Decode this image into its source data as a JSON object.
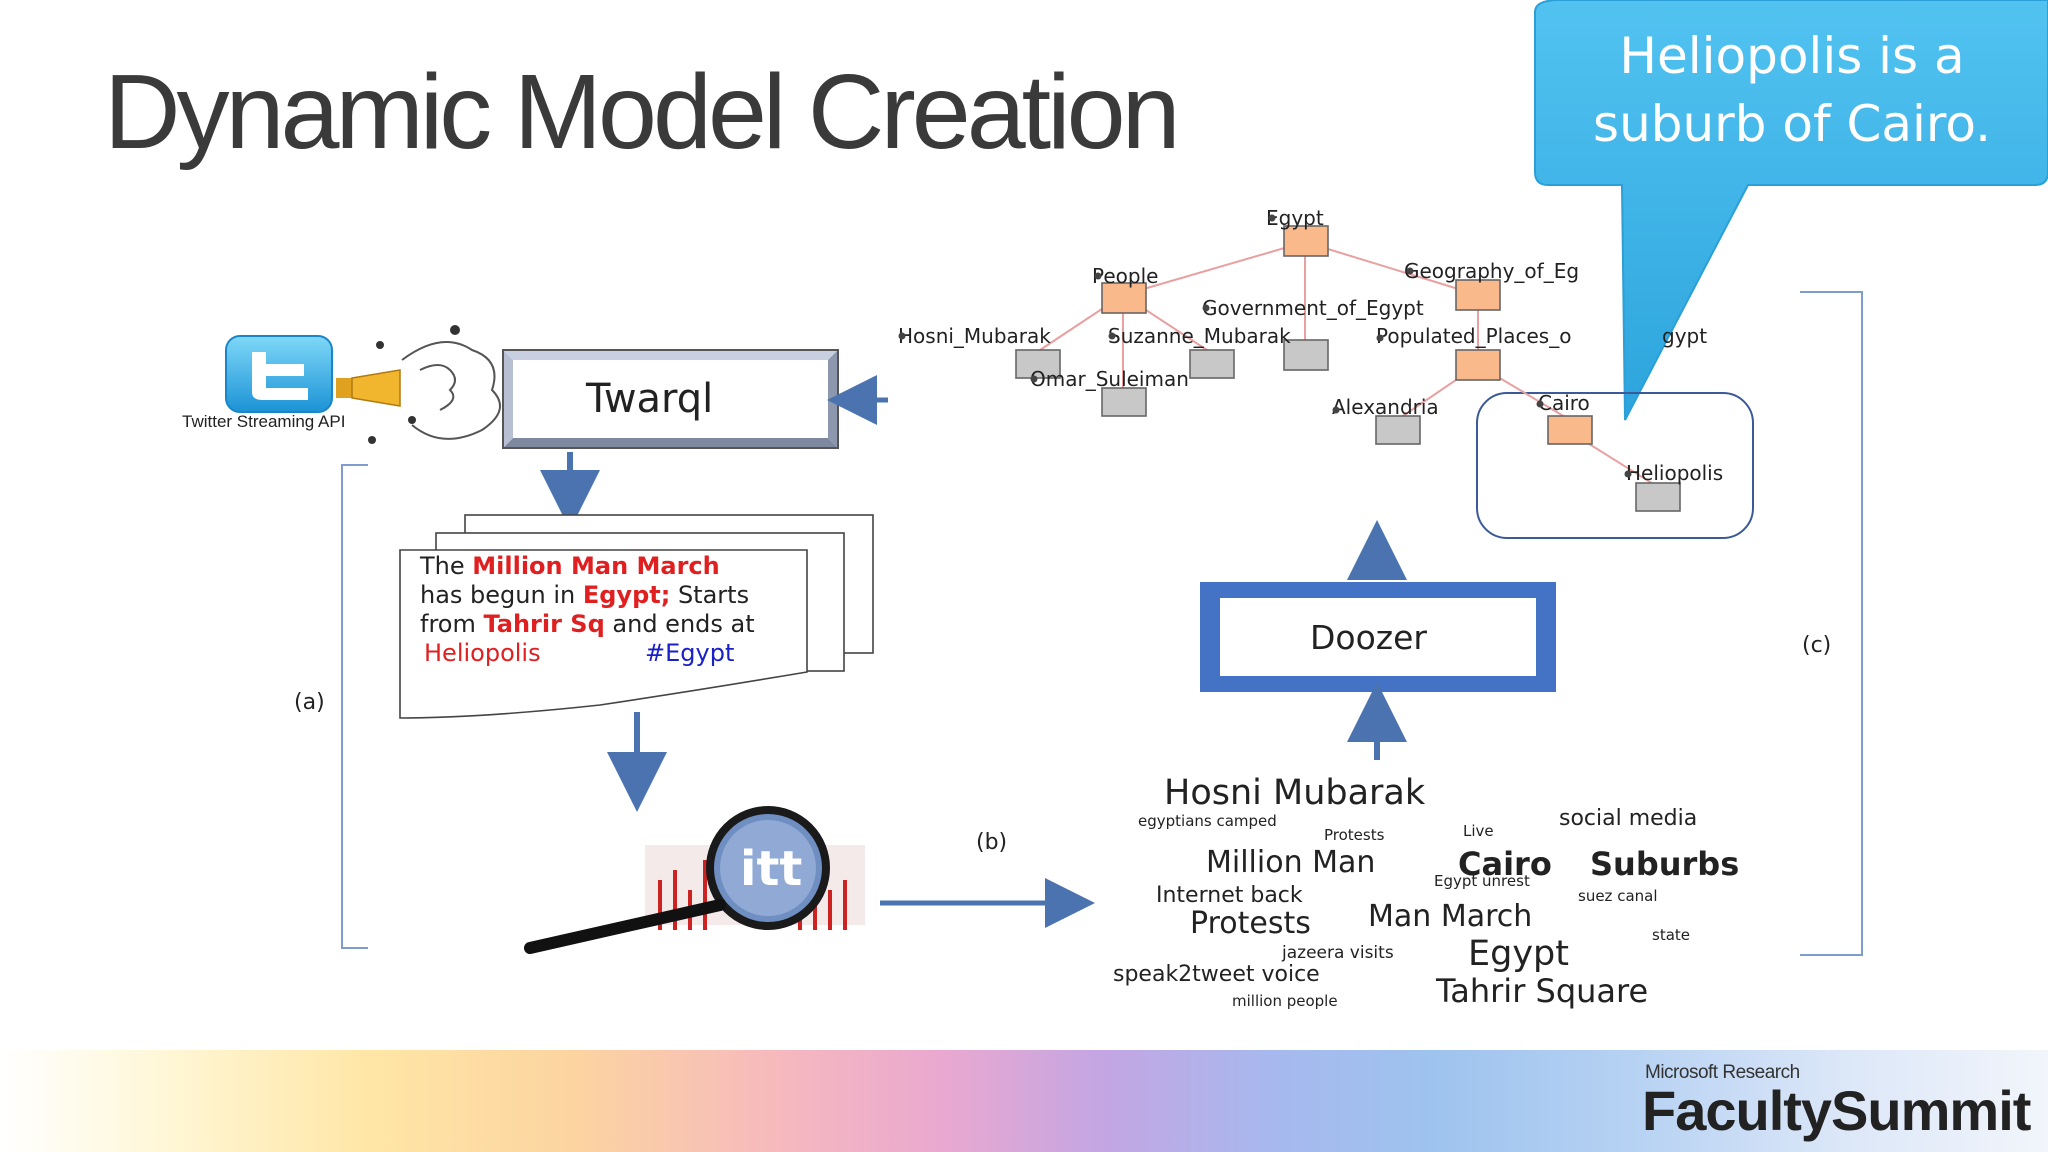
{
  "slide": {
    "title": "Dynamic Model Creation",
    "callout": {
      "line1": "Heliopolis is a",
      "line2": "suburb of Cairo."
    },
    "footer": {
      "small": "Microsoft Research",
      "big": "FacultySummit"
    }
  },
  "diagram": {
    "twitter_label": "Twitter Streaming API",
    "twarql_label": "Twarql",
    "doozer_label": "Doozer",
    "labels": {
      "a": "(a)",
      "b": "(b)",
      "c": "(c)"
    },
    "tweet": {
      "line1_pre": "The ",
      "line1_red": "Million Man March",
      "line2_pre": "has begun in ",
      "line2_red": "Egypt;",
      "line2_post": " Starts",
      "line3_pre": "from ",
      "line3_red": "Tahrir Sq",
      "line3_post": " and ends at",
      "line4_red": "Heliopolis",
      "line4_blue": "#Egypt"
    },
    "tree_nodes": {
      "egypt": "Egypt",
      "people": "People",
      "geography": "Geography_of_Eg",
      "government": "Government_of_Egypt",
      "hosni": "Hosni_Mubarak",
      "suzanne": "Suzanne_Mubarak",
      "populated": "Populated_Places_o",
      "populated_tail": "gypt",
      "omar": "Omar_Suleiman",
      "alexandria": "Alexandria",
      "cairo": "Cairo",
      "heliopolis": "Heliopolis"
    },
    "word_cloud": {
      "hosni_mubarak": "Hosni Mubarak",
      "egyptians_camped": "egyptians camped",
      "protests_small": "Protests",
      "live": "Live",
      "social_media": "social media",
      "million_man": "Million Man",
      "cairo": "Cairo",
      "suburbs": "Suburbs",
      "egypt_unrest": "Egypt unrest",
      "internet_back": "Internet back",
      "suez_canal": "suez canal",
      "protests": "Protests",
      "man_march": "Man March",
      "state": "state",
      "jazeera_visits": "jazeera visits",
      "egypt": "Egypt",
      "speak2tweet_voice": "speak2tweet voice",
      "tahrir_square": "Tahrir Square",
      "million_people": "million people"
    }
  },
  "colors": {
    "node_orange": "#f9b98a",
    "node_gray": "#c8c8c8",
    "box_blue": "#4472c4",
    "arrow_blue": "#4a73b0",
    "callout_blue": "#3bb3e8",
    "text_red": "#e02020",
    "text_blue": "#1a20c8"
  }
}
